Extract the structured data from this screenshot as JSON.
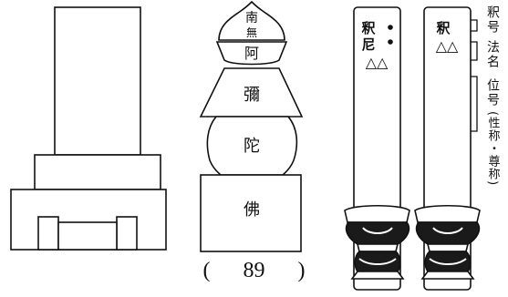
{
  "stupa": {
    "labels": [
      "南",
      "無",
      "阿",
      "彌",
      "陀",
      "佛"
    ]
  },
  "tablets": {
    "left": {
      "line1": "釈",
      "line2": "尼",
      "line3": "△△"
    },
    "right": {
      "line1": "釈",
      "line2": "△△"
    }
  },
  "annotations": {
    "shakugo": "釈号",
    "homyo": "法名",
    "igo": "位号",
    "seisho_sonsho": "(性称・尊称)"
  },
  "caption": {
    "open": "(",
    "number": "89",
    "close": ")"
  }
}
